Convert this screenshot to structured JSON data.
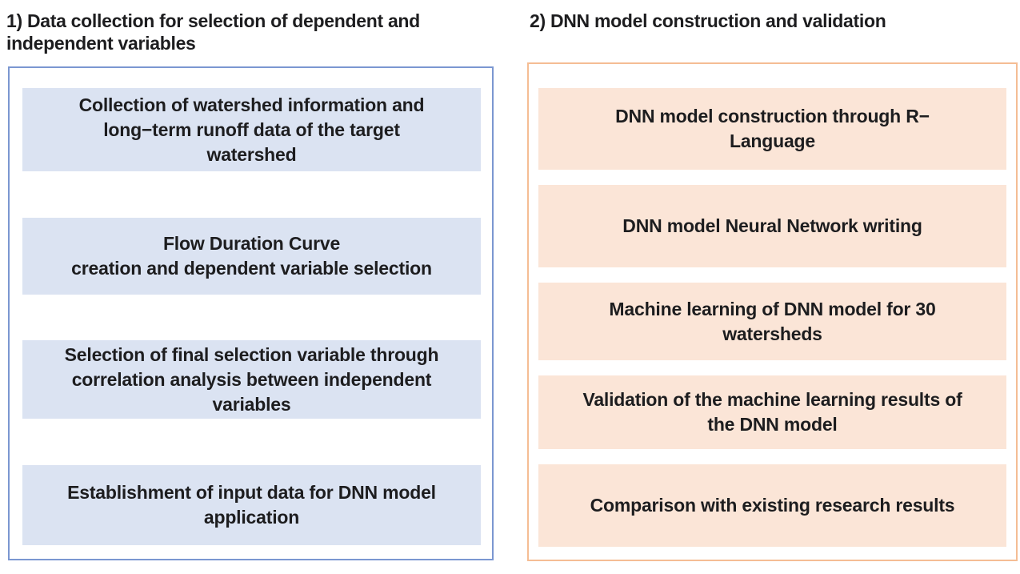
{
  "diagram": {
    "text_color": "#1d1d1f",
    "background_color": "#ffffff"
  },
  "panels": [
    {
      "id": "data-collection",
      "title": "1) Data collection for selection of dependent and\nindependent variables",
      "frame_border_color": "#7b97d1",
      "step_fill_color": "#dbe3f2",
      "steps": [
        "Collection of watershed information and\nlong−term runoff data of the target\nwatershed",
        "Flow Duration Curve\ncreation and dependent variable selection",
        "Selection of final selection variable through\ncorrelation analysis between independent\nvariables",
        "Establishment of input data for DNN model\napplication"
      ]
    },
    {
      "id": "dnn-model",
      "title": "2) DNN model construction and validation",
      "frame_border_color": "#f5bd94",
      "step_fill_color": "#fbe5d7",
      "steps": [
        "DNN model construction through R−\nLanguage",
        "DNN model Neural Network writing",
        "Machine learning of DNN model for 30\nwatersheds",
        "Validation of the machine learning results of\nthe DNN model",
        "Comparison with existing research results"
      ]
    }
  ]
}
